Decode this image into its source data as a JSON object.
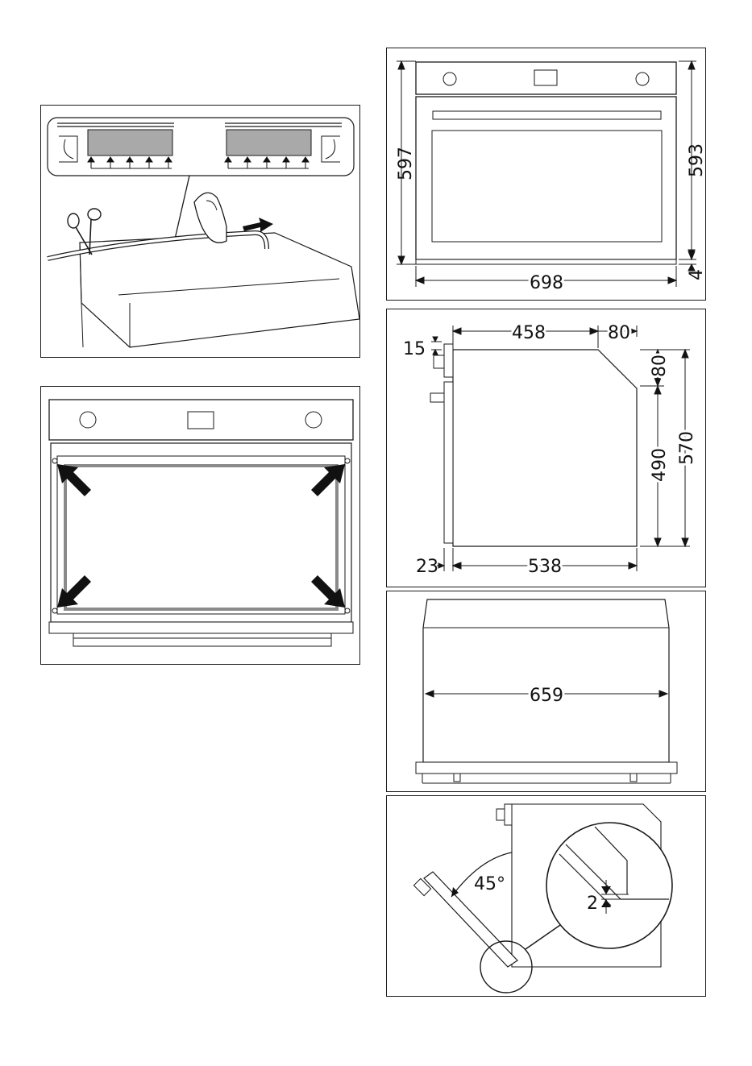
{
  "figures": {
    "front_view": {
      "height_outer": "597",
      "height_inner": "593",
      "width": "698",
      "gap": "4"
    },
    "side_view": {
      "top_offset": "15",
      "depth_top": "458",
      "depth_bevel": "80",
      "bevel_height": "80",
      "height_body": "490",
      "height_total": "570",
      "door_thickness": "23",
      "depth_bottom": "538"
    },
    "top_view": {
      "width": "659"
    },
    "door_detail": {
      "angle": "45°",
      "gap": "2"
    }
  },
  "colors": {
    "line": "#1a1a1a",
    "panel_grey": "#a9a9a9",
    "arrow_fill": "#111111"
  }
}
